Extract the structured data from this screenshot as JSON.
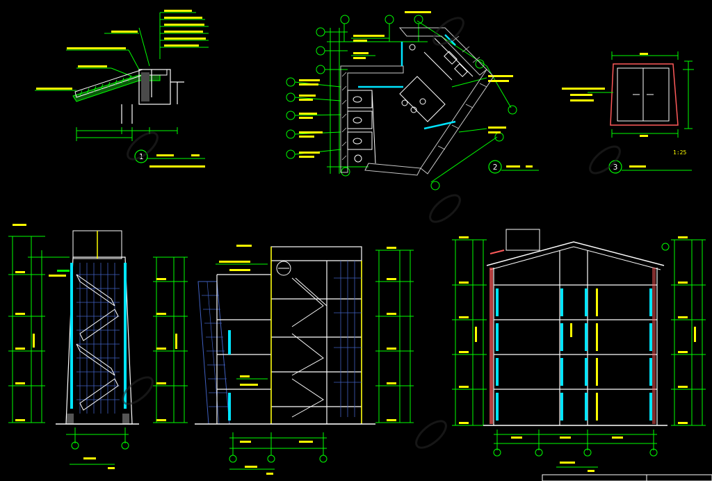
{
  "detail_numbers": [
    "1",
    "2",
    "3"
  ],
  "scale_label": "1:25",
  "colors": {
    "background": "#000000",
    "line": "#ffffff",
    "dimension": "#00ff00",
    "glass": "#00e5ff",
    "text": "#ffff00",
    "wall": "#ff5a5a",
    "hatch": "#cccccc"
  }
}
